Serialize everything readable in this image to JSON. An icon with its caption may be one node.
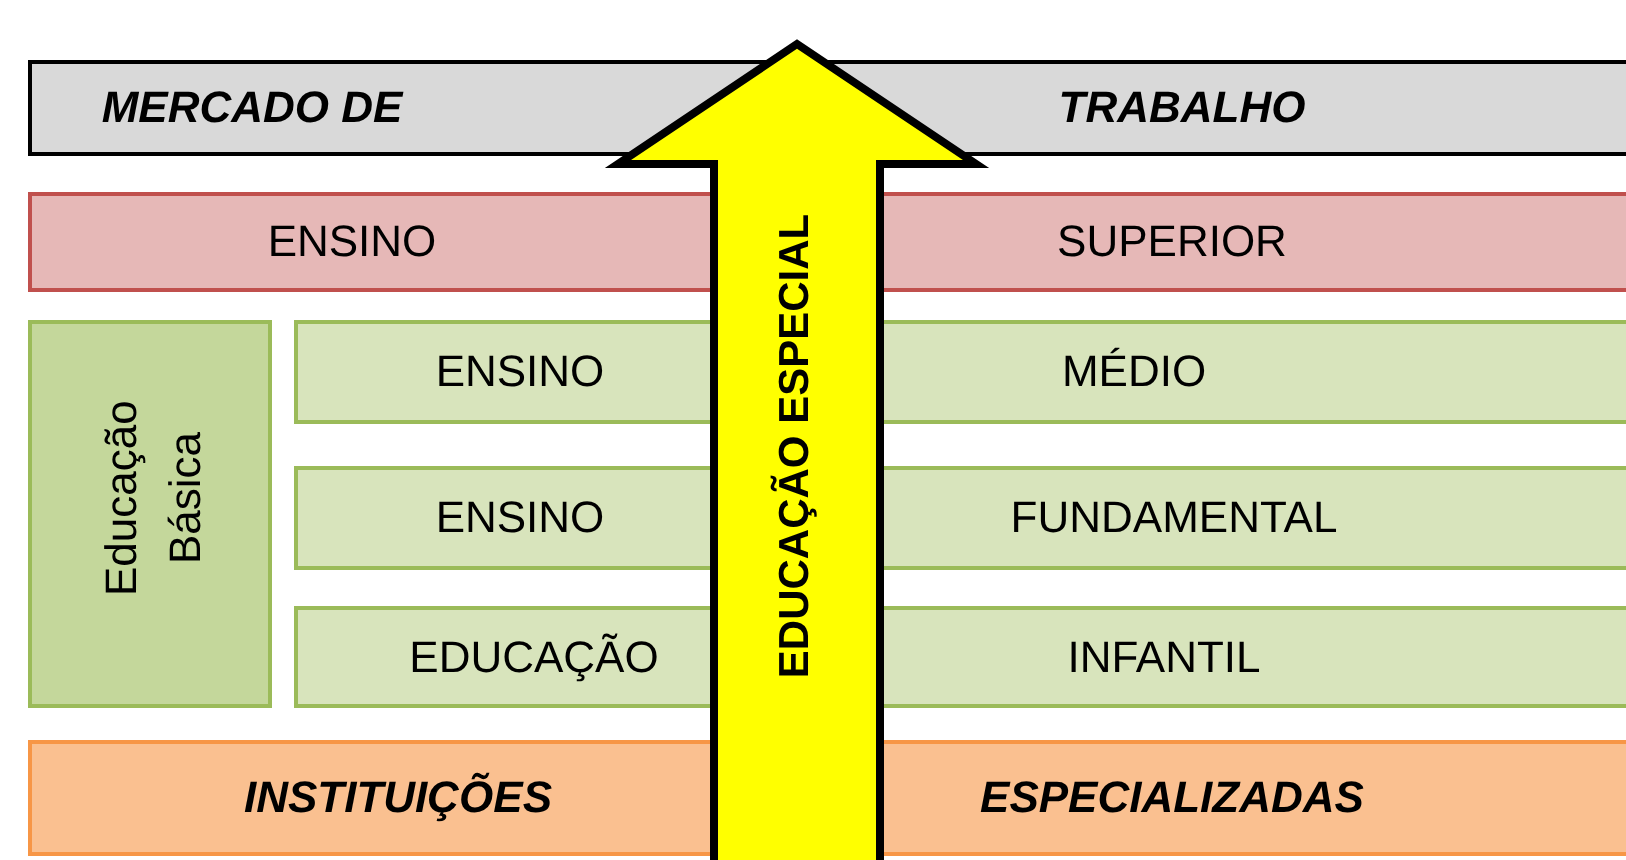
{
  "diagram": {
    "nodes": [
      {
        "text": [
          "MERCADO DE",
          "TRABALHO"
        ]
      },
      {
        "text": [
          "ENSINO",
          "SUPERIOR"
        ]
      },
      {
        "text": [
          "Educação Básica"
        ]
      },
      {
        "text": [
          "ENSINO",
          "MÉDIO"
        ]
      },
      {
        "text": [
          "ENSINO",
          "FUNDAMENTAL"
        ]
      },
      {
        "text": [
          "EDUCAÇÃO",
          "INFANTIL"
        ]
      },
      {
        "text": [
          "INSTITUIÇÕES",
          "ESPECIALIZADAS"
        ]
      },
      {
        "text": [
          "EDUCAÇÃO ESPECIAL"
        ]
      }
    ]
  }
}
